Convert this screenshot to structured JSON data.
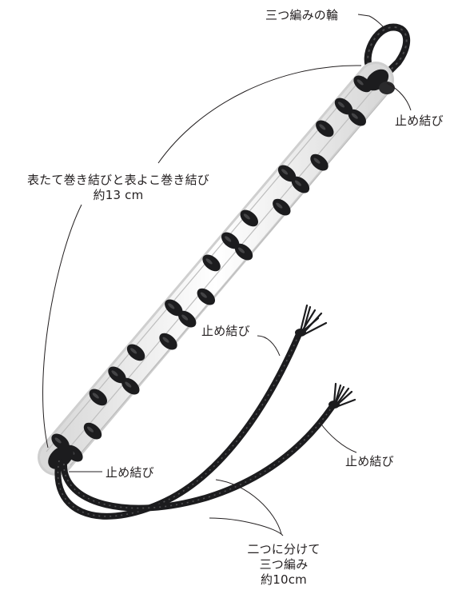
{
  "colors": {
    "background": "#ffffff",
    "cord": "#1c1c1e",
    "core_cord": "#f2f2f2",
    "label_text": "#231f20",
    "leader_line": "#231f20"
  },
  "labels": {
    "loop": "三つ編みの輪",
    "top_stop_knot": "止め結び",
    "knot_section_line1": "表たて巻き結びと表よこ巻き結び",
    "knot_section_line2": "約13 cm",
    "upper_tail_knot": "止め結び",
    "lower_tail_knot": "止め結び",
    "bottom_stop_knot": "止め結び",
    "braid_line1": "二つに分けて",
    "braid_line2": "三つ編み",
    "braid_line3": "約10cm"
  }
}
